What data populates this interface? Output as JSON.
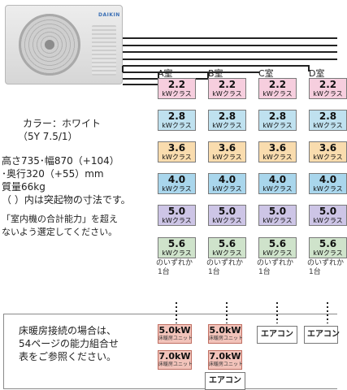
{
  "unit": {
    "logo": "DAIKIN",
    "color_label": "カラー：ホワイト",
    "color_code": "（5Y 7.5/1）",
    "dims_line1": "高さ735･幅870（+104）",
    "dims_line2": "･奥行320（+55）mm",
    "weight": "質量66kg",
    "note": "（ ）内は突起物の寸法です。",
    "select_note_line1": "「室内機の合計能力」を超え",
    "select_note_line2": "ないよう選定してください。"
  },
  "rooms": [
    {
      "label": "A室",
      "capacities": [
        {
          "value": "2.2",
          "unit": "kWクラス"
        },
        {
          "value": "2.8",
          "unit": "kWクラス"
        },
        {
          "value": "3.6",
          "unit": "kWクラス"
        },
        {
          "value": "4.0",
          "unit": "kWクラス"
        },
        {
          "value": "5.0",
          "unit": "kWクラス"
        },
        {
          "value": "5.6",
          "unit": "kWクラス"
        }
      ],
      "either_line1": "のいずれか",
      "either_line2": "1台"
    },
    {
      "label": "B室",
      "capacities": [
        {
          "value": "2.2",
          "unit": "kWクラス"
        },
        {
          "value": "2.8",
          "unit": "kWクラス"
        },
        {
          "value": "3.6",
          "unit": "kWクラス"
        },
        {
          "value": "4.0",
          "unit": "kWクラス"
        },
        {
          "value": "5.0",
          "unit": "kWクラス"
        },
        {
          "value": "5.6",
          "unit": "kWクラス"
        }
      ],
      "either_line1": "のいずれか",
      "either_line2": "1台"
    },
    {
      "label": "C室",
      "capacities": [
        {
          "value": "2.2",
          "unit": "kWクラス"
        },
        {
          "value": "2.8",
          "unit": "kWクラス"
        },
        {
          "value": "3.6",
          "unit": "kWクラス"
        },
        {
          "value": "4.0",
          "unit": "kWクラス"
        },
        {
          "value": "5.0",
          "unit": "kWクラス"
        },
        {
          "value": "5.6",
          "unit": "kWクラス"
        }
      ],
      "either_line1": "のいずれか",
      "either_line2": "1台"
    },
    {
      "label": "D室",
      "capacities": [
        {
          "value": "2.2",
          "unit": "kWクラス"
        },
        {
          "value": "2.8",
          "unit": "kWクラス"
        },
        {
          "value": "3.6",
          "unit": "kWクラス"
        },
        {
          "value": "4.0",
          "unit": "kWクラス"
        },
        {
          "value": "5.0",
          "unit": "kWクラス"
        },
        {
          "value": "5.6",
          "unit": "kWクラス"
        }
      ],
      "either_line1": "のいずれか",
      "either_line2": "1台"
    }
  ],
  "capacity_colors": [
    "#f6cede",
    "#bfe1ef",
    "#f9dcae",
    "#a9d6ec",
    "#cdc5e6",
    "#cfe3cb"
  ],
  "floor_heating": {
    "note_line1": "床暖房接続の場合は、",
    "note_line2": "54ページの能力組合せ",
    "note_line3": "表をご参照ください。",
    "units": [
      {
        "value": "5.0kW",
        "sub": "床暖房ユニット"
      },
      {
        "value": "7.0kW",
        "sub": "床暖房ユニット"
      }
    ],
    "aircon_label": "エアコン"
  }
}
